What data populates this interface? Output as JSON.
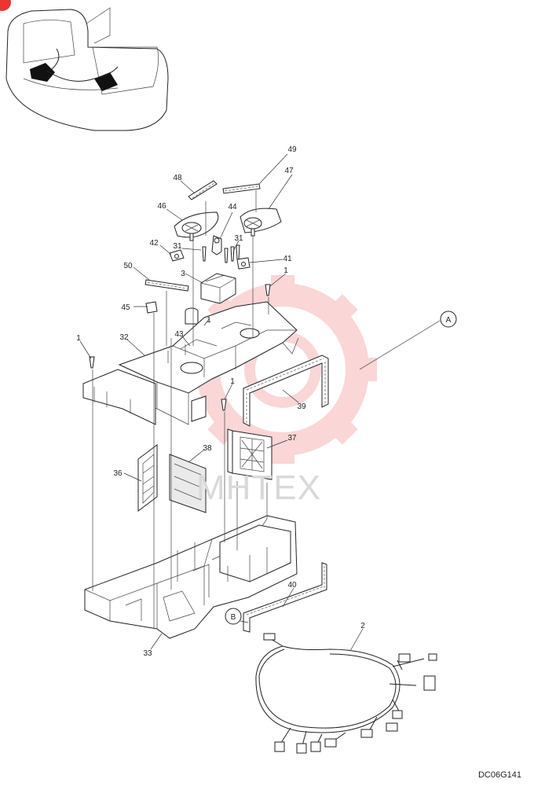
{
  "diagram": {
    "callouts": [
      {
        "id": "49",
        "label": "49"
      },
      {
        "id": "48",
        "label": "48"
      },
      {
        "id": "47",
        "label": "47"
      },
      {
        "id": "46",
        "label": "46"
      },
      {
        "id": "44",
        "label": "44"
      },
      {
        "id": "42",
        "label": "42"
      },
      {
        "id": "31a",
        "label": "31"
      },
      {
        "id": "31b",
        "label": "31"
      },
      {
        "id": "41",
        "label": "41"
      },
      {
        "id": "50",
        "label": "50"
      },
      {
        "id": "3",
        "label": "3"
      },
      {
        "id": "1a",
        "label": "1"
      },
      {
        "id": "45",
        "label": "45"
      },
      {
        "id": "1b",
        "label": "1"
      },
      {
        "id": "43",
        "label": "43"
      },
      {
        "id": "1c",
        "label": "1"
      },
      {
        "id": "32",
        "label": "32"
      },
      {
        "id": "1d",
        "label": "1"
      },
      {
        "id": "39",
        "label": "39"
      },
      {
        "id": "37",
        "label": "37"
      },
      {
        "id": "38",
        "label": "38"
      },
      {
        "id": "36",
        "label": "36"
      },
      {
        "id": "40",
        "label": "40"
      },
      {
        "id": "2",
        "label": "2"
      },
      {
        "id": "33",
        "label": "33"
      }
    ],
    "reference_markers": [
      {
        "id": "A",
        "label": "A"
      },
      {
        "id": "B",
        "label": "B"
      }
    ],
    "watermark": "MHTEX",
    "document_code": "DC06G141"
  },
  "colors": {
    "line": "#222222",
    "watermark_red": "#f4a6a6",
    "watermark_gray": "#d9d9d9",
    "badge": "#e33333"
  }
}
